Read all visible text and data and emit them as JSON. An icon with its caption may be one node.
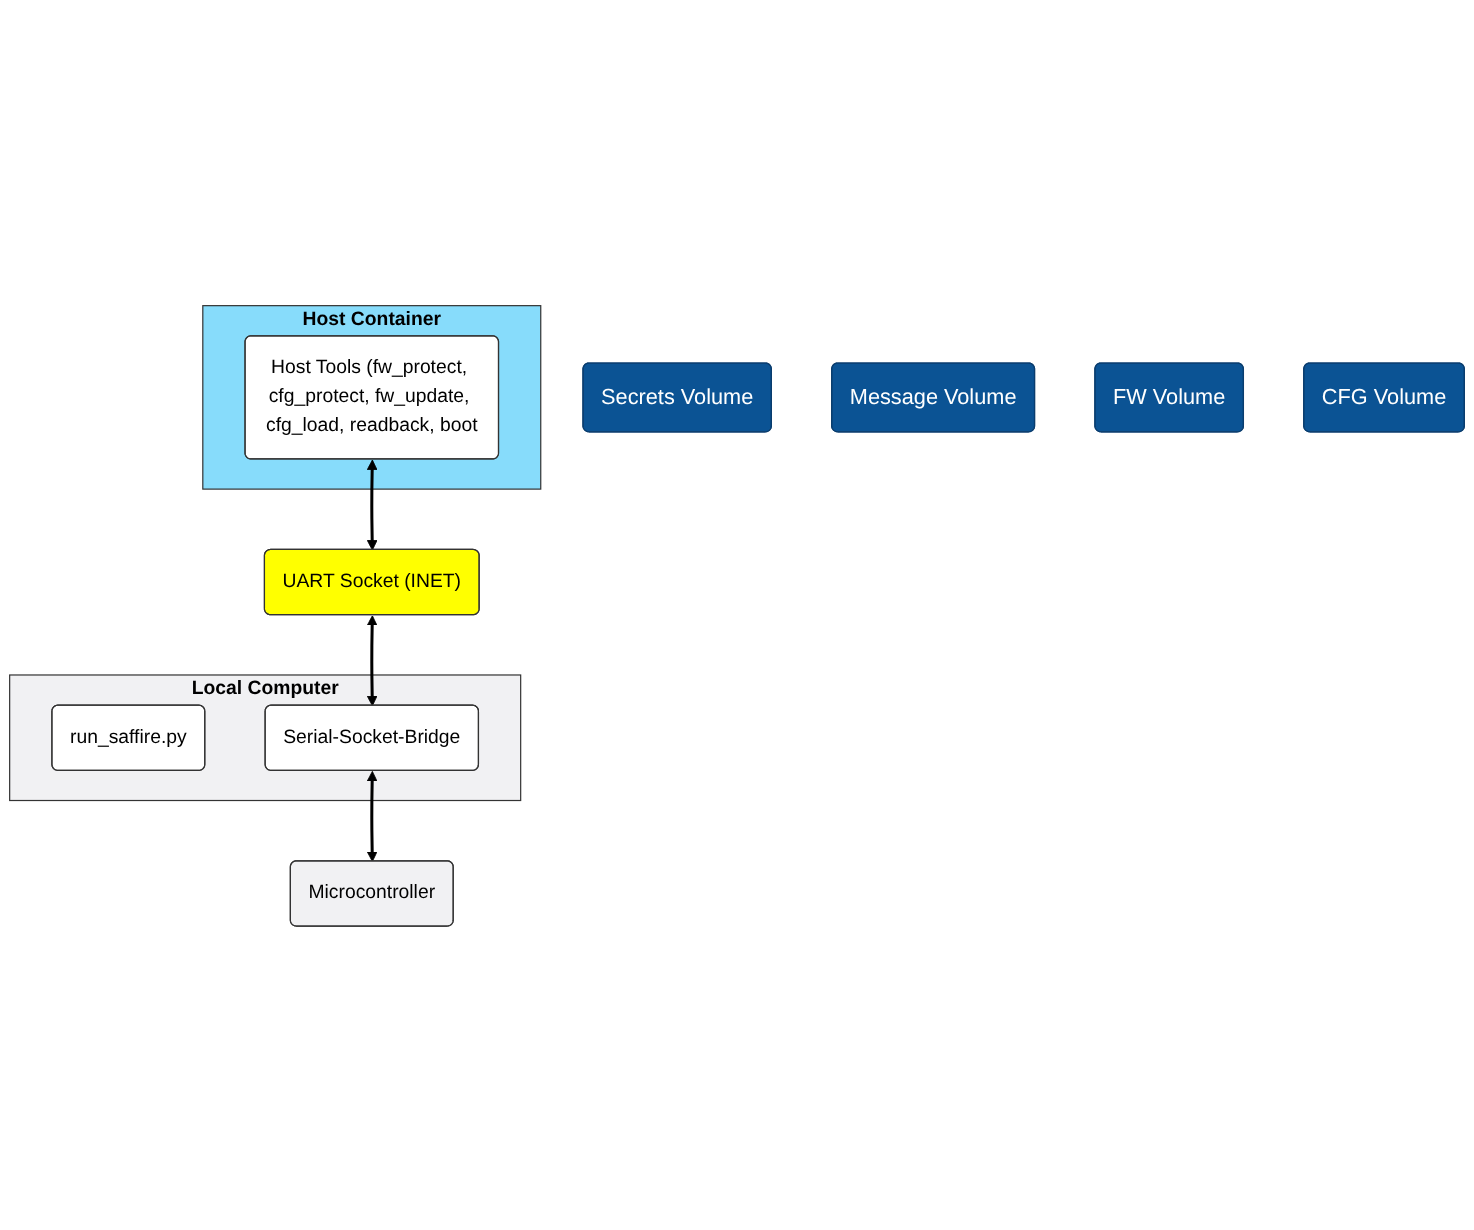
{
  "diagram": {
    "nodes": [
      {
        "text": [
          "Secrets Volume"
        ]
      },
      {
        "text": [
          "Message Volume"
        ]
      },
      {
        "text": [
          "Host Container"
        ]
      },
      {
        "text": [
          "Host Tools (fw_protect, cfg_protect, fw_update, cfg_load, readback, boot"
        ],
        "in": 2
      },
      {
        "text": [
          "FW Volume"
        ]
      },
      {
        "text": [
          "CFG Volume"
        ]
      },
      {
        "text": [
          "UART Socket (INET)"
        ]
      },
      {
        "text": [
          "Local Computer"
        ]
      },
      {
        "text": [
          "run_saffire.py"
        ],
        "in": 7
      },
      {
        "text": [
          "Serial-Socket-Bridge"
        ],
        "in": 7
      },
      {
        "text": [
          "Microcontroller"
        ]
      }
    ],
    "edges": [
      {
        "from": 3,
        "to": 6,
        "arrow": "both"
      },
      {
        "from": 6,
        "to": 9,
        "arrow": "both"
      },
      {
        "from": 9,
        "to": 10,
        "arrow": "both"
      }
    ]
  }
}
